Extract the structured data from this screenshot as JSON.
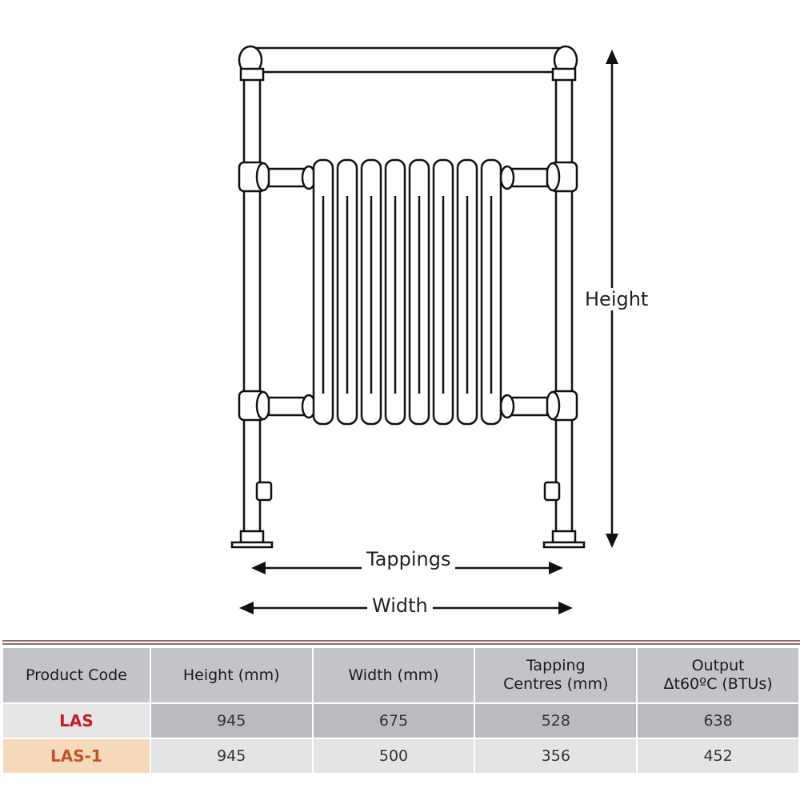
{
  "labels": {
    "height": "Height",
    "tappings": "Tappings",
    "width": "Width"
  },
  "table": {
    "headers": [
      [
        "Product Code"
      ],
      [
        "Height (mm)"
      ],
      [
        "Width (mm)"
      ],
      [
        "Tapping",
        "Centres (mm)"
      ],
      [
        "Output",
        "Δt60ºC (BTUs)"
      ]
    ],
    "rows": [
      {
        "code": "LAS",
        "height": "945",
        "width": "675",
        "tapping": "528",
        "output": "638"
      },
      {
        "code": "LAS-1",
        "height": "945",
        "width": "500",
        "tapping": "356",
        "output": "452"
      }
    ]
  },
  "colors": {
    "header_bg": "#c3c4c9",
    "code_las": "#c21f2a",
    "code_las1": "#c0552a",
    "code_las1_bg": "#f6d9bb",
    "rule": "#8a6b72"
  }
}
